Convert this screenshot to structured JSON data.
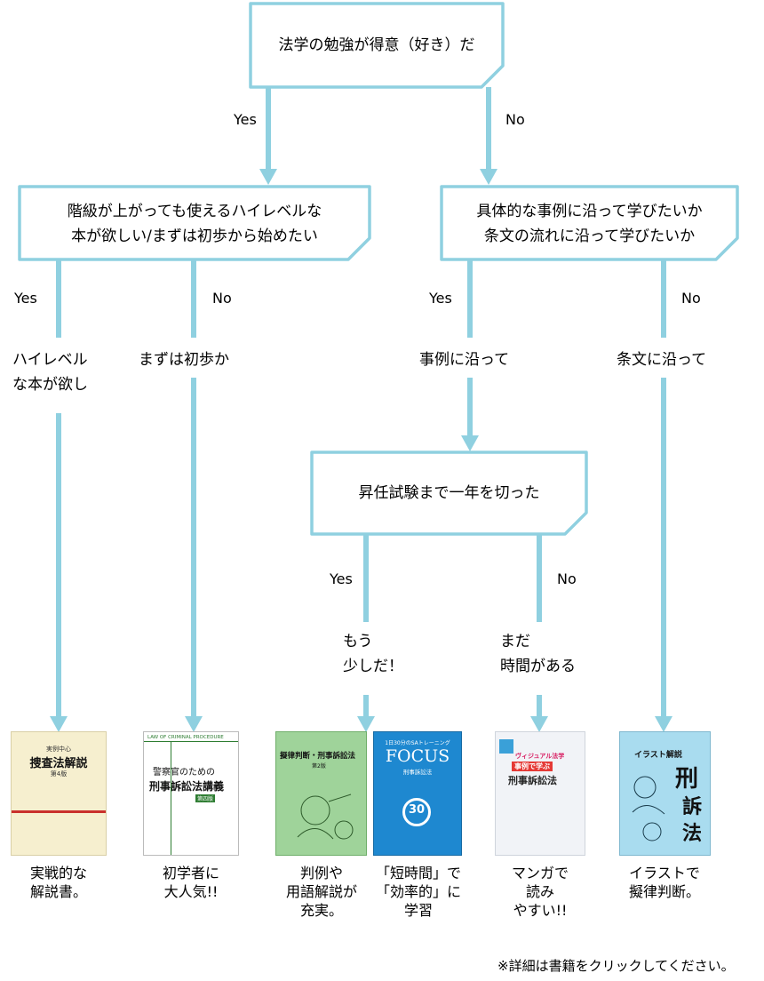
{
  "colors": {
    "line": "#8fd0e0",
    "box_stroke": "#8fd0e0"
  },
  "questions": {
    "q1": "法学の勉強が得意（好き）だ",
    "q2": [
      "階級が上がっても使えるハイレベルな",
      "本が欲しい/まずは初歩から始めたい"
    ],
    "q3": [
      "具体的な事例に沿って学びたいか",
      "条文の流れに沿って学びたいか"
    ],
    "q4": "昇任試験まで一年を切った"
  },
  "labels": {
    "yes": "Yes",
    "no": "No"
  },
  "answers": {
    "high_level": [
      "ハイレベル",
      "な本が欲し"
    ],
    "beginner": "まずは初歩か",
    "case": "事例に沿って",
    "article": "条文に沿って",
    "soon": [
      "もう",
      "少しだ！"
    ],
    "later": [
      "まだ",
      "時間がある"
    ]
  },
  "books": [
    {
      "id": "sousa",
      "icon": "book-cover-icon",
      "cover_lines": [
        "実例中心",
        "捜査法解説",
        "第4版"
      ],
      "caption": [
        "実戦的な",
        "解説書。"
      ]
    },
    {
      "id": "keiji-kougi",
      "icon": "book-cover-icon",
      "cover_lines": [
        "LAW OF CRIMINAL PROCEDURE",
        "警察官のための",
        "刑事訴訟法講義",
        "第四版"
      ],
      "caption": [
        "初学者に",
        "大人気!!"
      ]
    },
    {
      "id": "hanrei",
      "icon": "book-cover-icon",
      "cover_lines": [
        "擬律判断・刑事訴訟法",
        "第2版"
      ],
      "caption": [
        "判例や",
        "用語解説が",
        "充実。"
      ]
    },
    {
      "id": "focus",
      "icon": "book-cover-icon",
      "cover_lines": [
        "1日30分のSAトレーニング",
        "FOCUS",
        "刑事訴訟法",
        "30"
      ],
      "caption": [
        "「短時間」で",
        "「効率的」に",
        "学習"
      ]
    },
    {
      "id": "manga",
      "icon": "book-cover-icon",
      "cover_lines": [
        "ヴィジュアル法学",
        "事例で学ぶ",
        "刑事訴訟法"
      ],
      "caption": [
        "マンガで",
        "読み",
        "やすい!!"
      ]
    },
    {
      "id": "illust",
      "icon": "book-cover-icon",
      "cover_lines": [
        "イラスト解説",
        "刑",
        "訴",
        "法"
      ],
      "caption": [
        "イラストで",
        "擬律判断。"
      ]
    }
  ],
  "footer_note": "※詳細は書籍をクリックしてください。"
}
